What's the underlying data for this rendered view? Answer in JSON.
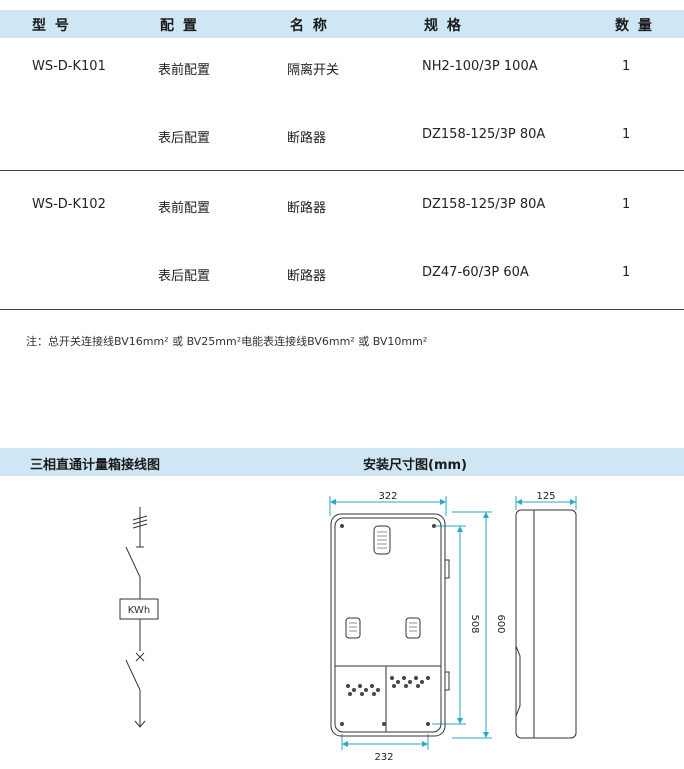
{
  "table": {
    "headers": {
      "model": "型 号",
      "config": "配 置",
      "name": "名 称",
      "spec": "规 格",
      "qty": "数 量"
    },
    "rows": [
      {
        "model": "WS-D-K101",
        "config": "表前配置",
        "name": "隔离开关",
        "spec": "NH2-100/3P 100A",
        "qty": "1"
      },
      {
        "model": "",
        "config": "表后配置",
        "name": "断路器",
        "spec": "DZ158-125/3P 80A",
        "qty": "1"
      },
      {
        "model": "WS-D-K102",
        "config": "表前配置",
        "name": "断路器",
        "spec": "DZ158-125/3P 80A",
        "qty": "1"
      },
      {
        "model": "",
        "config": "表后配置",
        "name": "断路器",
        "spec": "DZ47-60/3P 60A",
        "qty": "1"
      }
    ]
  },
  "note": "注：总开关连接线BV16mm² 或 BV25mm²电能表连接线BV6mm² 或 BV10mm²",
  "section": {
    "wiring_title": "三相直通计量箱接线图",
    "dimensions_title": "安装尺寸图(mm)"
  },
  "wiring": {
    "meter_label": "KWh"
  },
  "dimensions": {
    "width": "322",
    "depth": "125",
    "mount_height": "508",
    "height": "600",
    "mount_width": "232"
  },
  "colors": {
    "header_bg": "#cfe6f4",
    "dim_line": "#2aa7c9"
  }
}
